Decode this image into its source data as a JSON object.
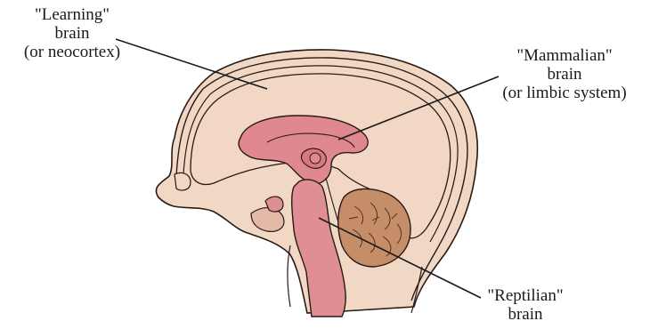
{
  "labels": {
    "learning": {
      "line1": "\"Learning\"",
      "line2": "brain",
      "line3": "(or neocortex)"
    },
    "mammalian": {
      "line1": "\"Mammalian\"",
      "line2": "brain",
      "line3": "(or limbic system)"
    },
    "reptilian": {
      "line1": "\"Reptilian\"",
      "line2": "brain"
    }
  },
  "colors": {
    "skin": "#f0d8c5",
    "brain": "#f1d7c4",
    "limbic": "#e0888f",
    "brainstem": "#df8e93",
    "cerebellum": "#c58d68",
    "outline": "#2a1a14"
  }
}
